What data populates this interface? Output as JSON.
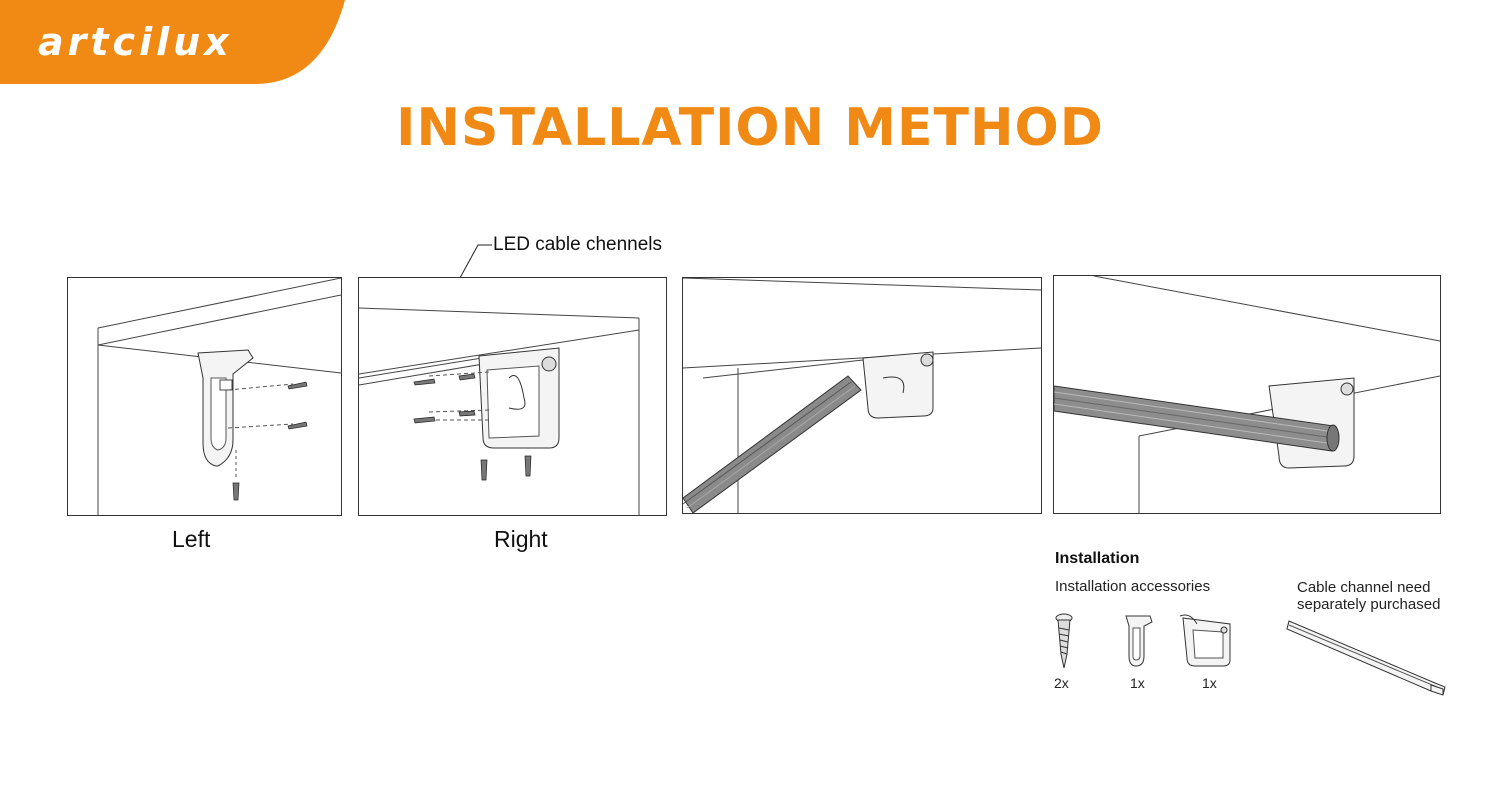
{
  "brand": {
    "logo_text": "ARTCILUX",
    "color": "#f08a14"
  },
  "title": "INSTALLATION METHOD",
  "callout": "LED cable chennels",
  "captions": {
    "left": "Left",
    "right": "Right"
  },
  "installation": {
    "heading": "Installation",
    "accessories_label": "Installation accessories",
    "cable_note_line1": "Cable channel need",
    "cable_note_line2": "separately purchased",
    "items": [
      {
        "name": "screw",
        "qty": "2x"
      },
      {
        "name": "hook-clip",
        "qty": "1x"
      },
      {
        "name": "bracket-box",
        "qty": "1x"
      }
    ]
  }
}
